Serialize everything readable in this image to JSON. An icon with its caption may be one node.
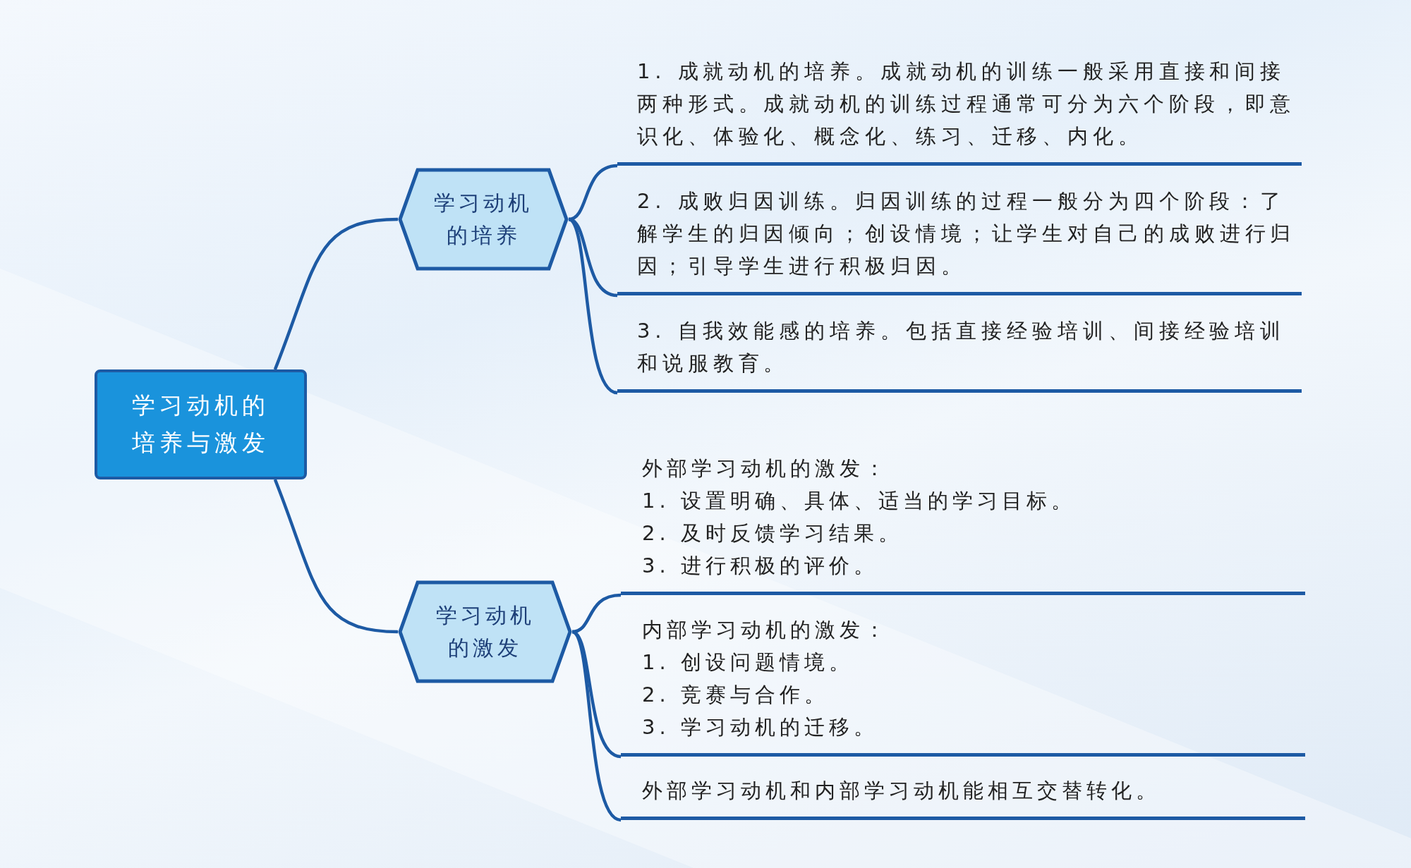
{
  "diagram": {
    "nodes": [
      {
        "text": [
          "学习动机的培养与激发"
        ]
      },
      {
        "text": [
          "学习动机的培养"
        ]
      },
      {
        "text": [
          "1. 成就动机的培养。成就动机的训练一般采用直接和间接两种形式。成就动机的训练过程通常可分为六个阶段，即意识化、体验化、概念化、练习、迁移、内化。"
        ]
      },
      {
        "text": [
          "2. 成败归因训练。归因训练的过程一般分为四个阶段：了解学生的归因倾向；创设情境；让学生对自己的成败进行归因；引导学生进行积极归因。"
        ]
      },
      {
        "text": [
          "3. 自我效能感的培养。包括直接经验培训、间接经验培训和说服教育。"
        ]
      },
      {
        "text": [
          "学习动机的激发"
        ]
      },
      {
        "text": [
          "外部学习动机的激发：",
          "1.  设置明确、具体、适当的学习目标。",
          "2.  及时反馈学习结果。",
          "3.  进行积极的评价。"
        ]
      },
      {
        "text": [
          "内部学习动机的激发：",
          "1.  创设问题情境。",
          "2.  竞赛与合作。",
          "3.  学习动机的迁移。"
        ]
      },
      {
        "text": [
          "外部学习动机和内部学习动机能相互交替转化。"
        ]
      }
    ],
    "edges": [
      {
        "from": 0,
        "to": 1,
        "arrow": "none"
      },
      {
        "from": 0,
        "to": 5,
        "arrow": "none"
      },
      {
        "from": 1,
        "to": 2,
        "arrow": "none"
      },
      {
        "from": 1,
        "to": 3,
        "arrow": "none"
      },
      {
        "from": 1,
        "to": 4,
        "arrow": "none"
      },
      {
        "from": 5,
        "to": 6,
        "arrow": "none"
      },
      {
        "from": 5,
        "to": 7,
        "arrow": "none"
      },
      {
        "from": 5,
        "to": 8,
        "arrow": "none"
      }
    ]
  }
}
